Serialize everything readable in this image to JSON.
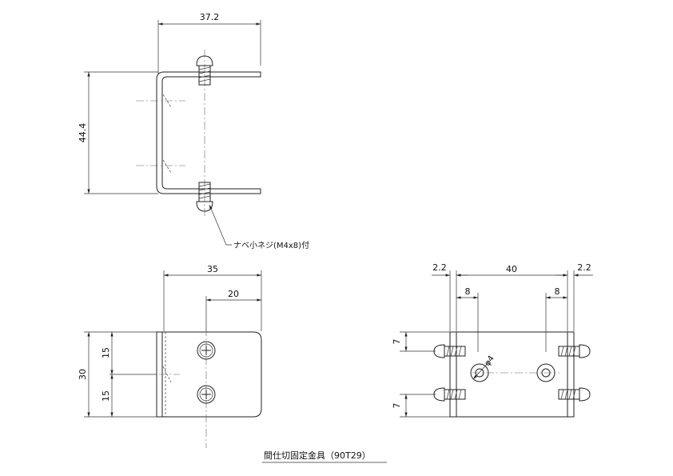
{
  "dimensions": {
    "top_width": "37.2",
    "top_height": "44.4",
    "front_width": "35",
    "front_hole_offset": "20",
    "front_height": "30",
    "front_half_upper": "15",
    "front_half_lower": "15",
    "side_margin_left": "2.2",
    "side_width": "40",
    "side_margin_right": "2.2",
    "side_offset_left": "8",
    "side_offset_right": "8",
    "side_v_upper": "7",
    "side_v_lower": "7",
    "hole_diameter": "φ4"
  },
  "notes": {
    "screw_callout": "ナベ小ネジ(M4x8)付"
  },
  "title": "間仕切固定金具（90T29）"
}
